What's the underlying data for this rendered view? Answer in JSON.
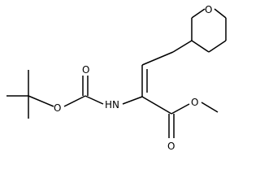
{
  "molecule": {
    "atoms": {
      "ring_oxygen": "O",
      "amine": "HN",
      "carbamate_o_double": "O",
      "carbamate_o_single": "O",
      "ester_o_single": "O",
      "ester_o_double": "O"
    }
  }
}
